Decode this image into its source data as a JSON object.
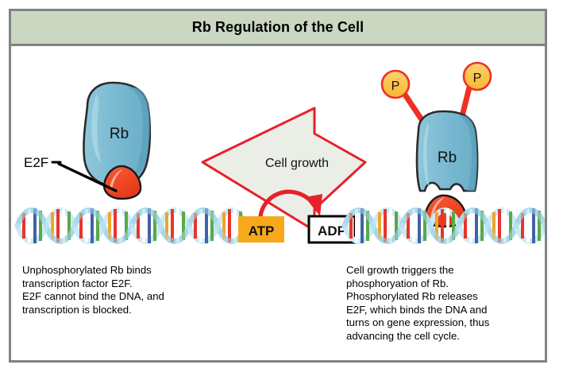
{
  "figure": {
    "title": "Rb Regulation of the Cell",
    "header_bg": "#cbd7c0",
    "border_color": "#808285",
    "background": "#ffffff"
  },
  "left_panel": {
    "protein_label": "Rb",
    "factor_label": "E2F",
    "protein_color": "#77b8d0",
    "protein_shade": "#5ba0bb",
    "factor_color": "#ef4623",
    "dna_backbone_color": "#bfe2ef",
    "caption": "Unphosphorylated Rb binds\ntranscription factor E2F.\nE2F cannot bind the DNA, and\ntranscription is blocked."
  },
  "center_panel": {
    "arrow_label": "Cell growth",
    "arrow_fill": "#eaeee6",
    "arrow_stroke": "#e8202a",
    "atp_label": "ATP",
    "atp_fill": "#f7a81b",
    "adp_label": "ADP",
    "adp_fill": "#ffffff",
    "adp_stroke": "#000000",
    "reaction_arrow_color": "#e8202a"
  },
  "right_panel": {
    "protein_label": "Rb",
    "phosphate_labels": [
      "P",
      "P"
    ],
    "phosphate_fill": "#fcc44c",
    "phosphate_stroke": "#ef3024",
    "protein_color": "#77b8d0",
    "factor_color": "#ef4623",
    "caption": "Cell growth triggers the\nphosphoryation of Rb.\nPhosphorylated Rb releases\nE2F, which binds the DNA and\nturns on gene expression, thus\nadvancing the cell cycle."
  }
}
